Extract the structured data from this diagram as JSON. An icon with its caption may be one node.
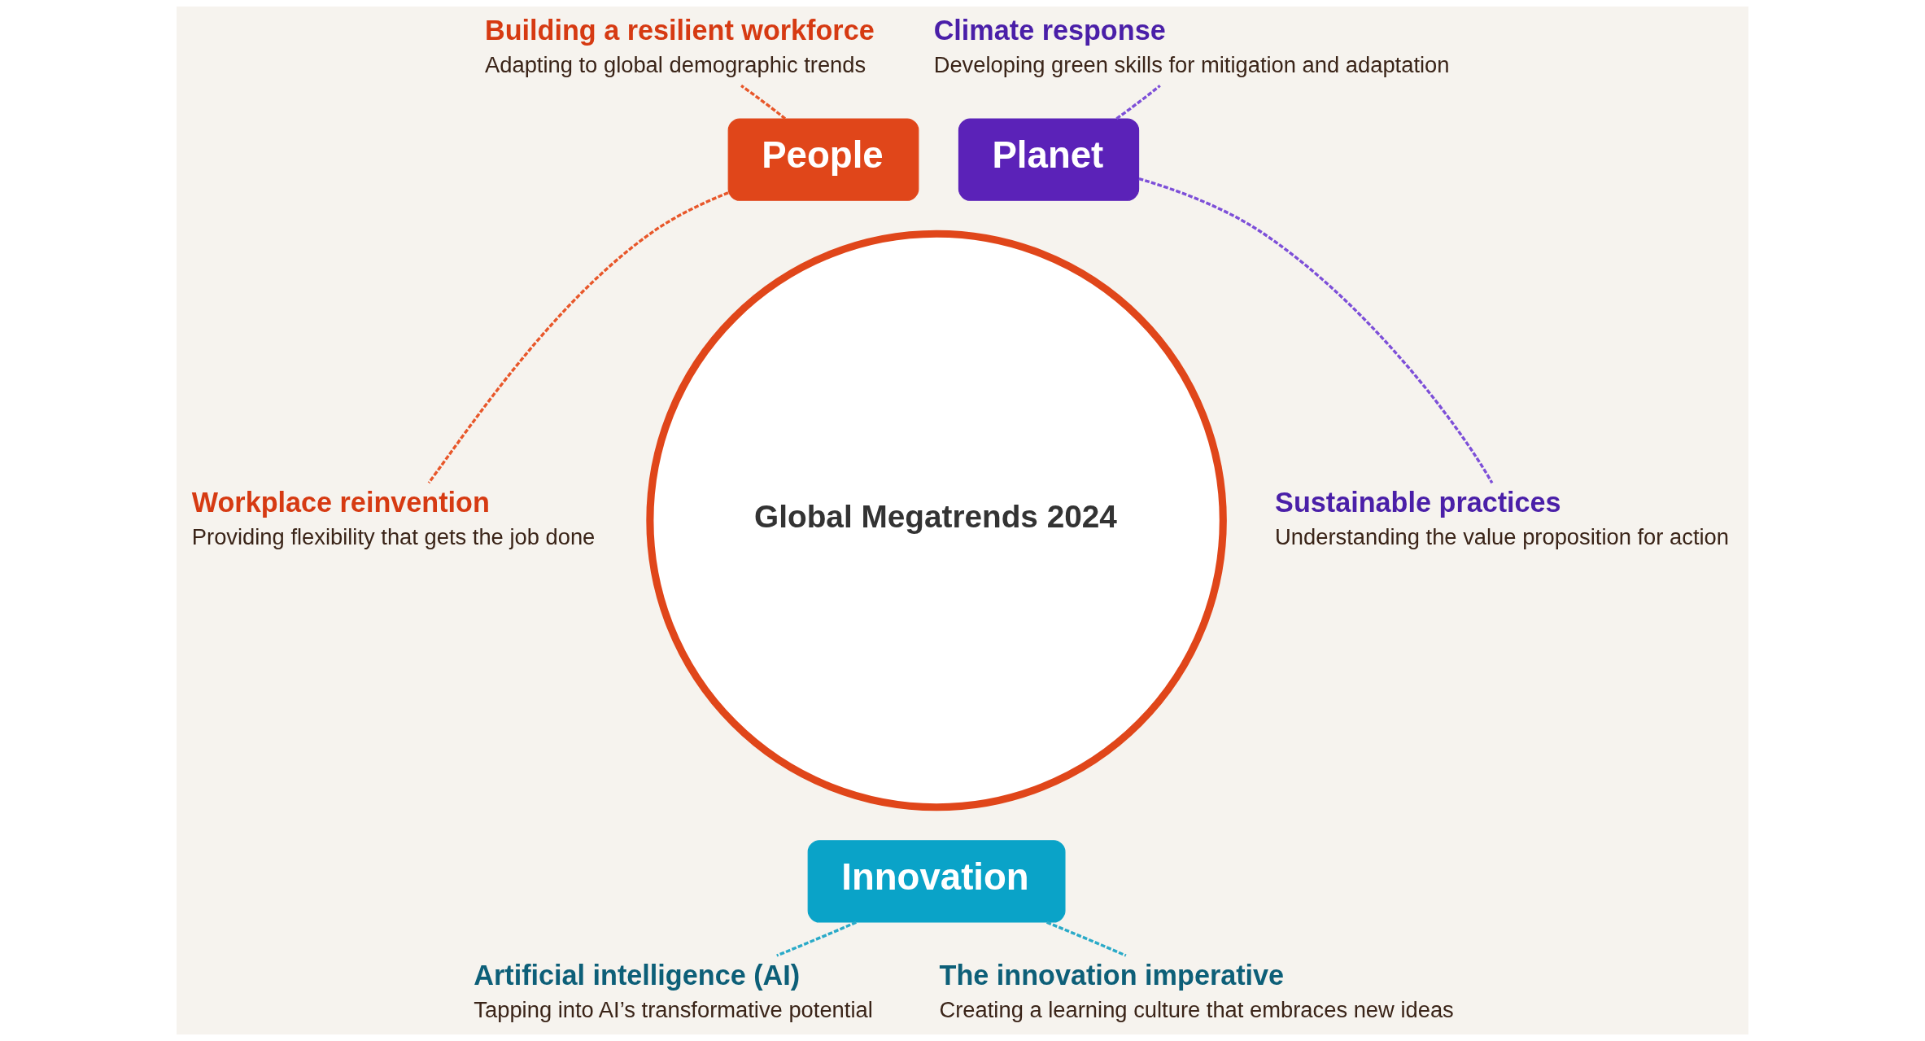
{
  "diagram": {
    "nodes": [
      {
        "text": [
          "Global Megatrends 2024"
        ]
      },
      {
        "text": [
          "People"
        ]
      },
      {
        "text": [
          "Planet"
        ]
      },
      {
        "text": [
          "Innovation"
        ]
      },
      {
        "text": [
          "Building a resilient workforce",
          "Adapting to global demographic trends"
        ]
      },
      {
        "text": [
          "Climate response",
          "Developing green skills for mitigation and adaptation"
        ]
      },
      {
        "text": [
          "Workplace reinvention",
          "Providing flexibility that gets the job done"
        ]
      },
      {
        "text": [
          "Sustainable practices",
          "Understanding the value proposition for action"
        ]
      },
      {
        "text": [
          "Artificial intelligence (AI)",
          "Tapping into AI’s transformative potential"
        ]
      },
      {
        "text": [
          "The innovation imperative",
          "Creating a learning culture that embraces new ideas"
        ]
      }
    ],
    "edges": [
      {
        "from": 1,
        "to": 4,
        "arrow": "none",
        "style": "dashed",
        "color": "#e8572a"
      },
      {
        "from": 1,
        "to": 6,
        "arrow": "none",
        "style": "dashed",
        "color": "#e8572a"
      },
      {
        "from": 2,
        "to": 5,
        "arrow": "none",
        "style": "dashed",
        "color": "#7d4fd8"
      },
      {
        "from": 2,
        "to": 7,
        "arrow": "none",
        "style": "dashed",
        "color": "#7d4fd8"
      },
      {
        "from": 3,
        "to": 8,
        "arrow": "none",
        "style": "dashed",
        "color": "#2aaac8"
      },
      {
        "from": 3,
        "to": 9,
        "arrow": "none",
        "style": "dashed",
        "color": "#2aaac8"
      }
    ]
  }
}
